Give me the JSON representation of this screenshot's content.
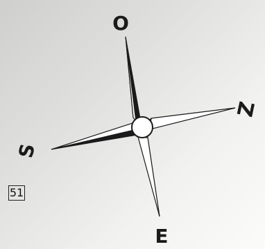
{
  "page": {
    "number": "51"
  },
  "compass": {
    "north_label": "O",
    "south_label": "E",
    "east_label": "Z",
    "west_label": "S"
  },
  "colors": {
    "ink": "#1b1b1b",
    "paper": "#eeeeeb",
    "center": "#ffffff"
  }
}
